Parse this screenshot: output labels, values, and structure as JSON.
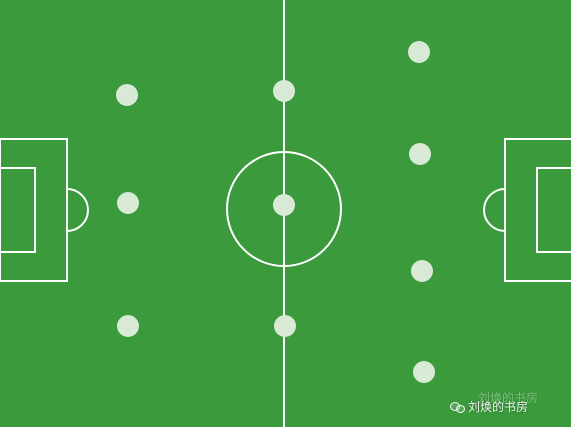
{
  "pitch": {
    "grass_color": "#3a9a3c",
    "line_color": "#ffffff",
    "player_color": "#d8ead6"
  },
  "players": [
    {
      "team": "left",
      "role": "defender",
      "label": ""
    },
    {
      "team": "left",
      "role": "defender",
      "label": ""
    },
    {
      "team": "left",
      "role": "defender",
      "label": ""
    },
    {
      "team": "left",
      "role": "forward",
      "label": ""
    },
    {
      "team": "left",
      "role": "forward",
      "label": ""
    },
    {
      "team": "left",
      "role": "forward",
      "label": ""
    },
    {
      "team": "right",
      "role": "defender",
      "label": ""
    },
    {
      "team": "right",
      "role": "defender",
      "label": ""
    },
    {
      "team": "right",
      "role": "defender",
      "label": ""
    },
    {
      "team": "right",
      "role": "defender",
      "label": ""
    }
  ],
  "watermark": {
    "text": "刘焕的书房",
    "icon": "wechat-icon"
  }
}
